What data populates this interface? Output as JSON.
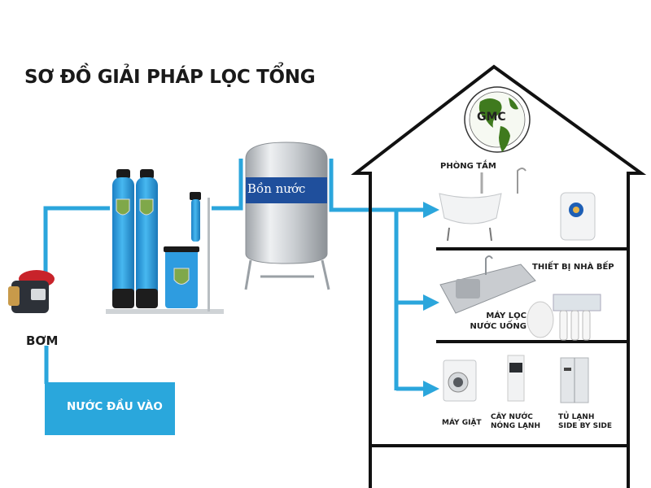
{
  "title": "SƠ ĐỒ GIẢI PHÁP LỌC TỔNG",
  "colors": {
    "pipe": "#2ba6dc",
    "tank_blue": "#2f9fe0",
    "house_outline": "#111111",
    "band": "#1f4f9c",
    "globe_green": "#3f7a1e"
  },
  "components": {
    "pump": {
      "label": "BƠM",
      "icon": "water-pump"
    },
    "inlet": {
      "label": "NƯỚC ĐẦU VÀO"
    },
    "filter_system": {
      "icon": "filter-tanks"
    },
    "storage_tank": {
      "label": "Bồn nước",
      "icon": "stainless-tank"
    }
  },
  "logo": {
    "text": "GMC",
    "icon": "globe-logo"
  },
  "house": {
    "rooms": [
      {
        "label": "PHÒNG TẮM",
        "items": [
          "bathtub",
          "shower-faucet",
          "water-heater"
        ]
      },
      {
        "label": "THIẾT BỊ NHÀ BẾP",
        "sublabel_line1": "MÁY LỌC",
        "sublabel_line2": "NƯỚC UỐNG",
        "items": [
          "kitchen-sink",
          "ro-purifier"
        ]
      },
      {
        "items_labels": [
          {
            "line1": "MÁY GIẶT",
            "line2": ""
          },
          {
            "line1": "CÂY NƯỚC",
            "line2": "NÓNG LẠNH"
          },
          {
            "line1": "TỦ LẠNH",
            "line2": "SIDE BY SIDE"
          }
        ]
      }
    ]
  }
}
